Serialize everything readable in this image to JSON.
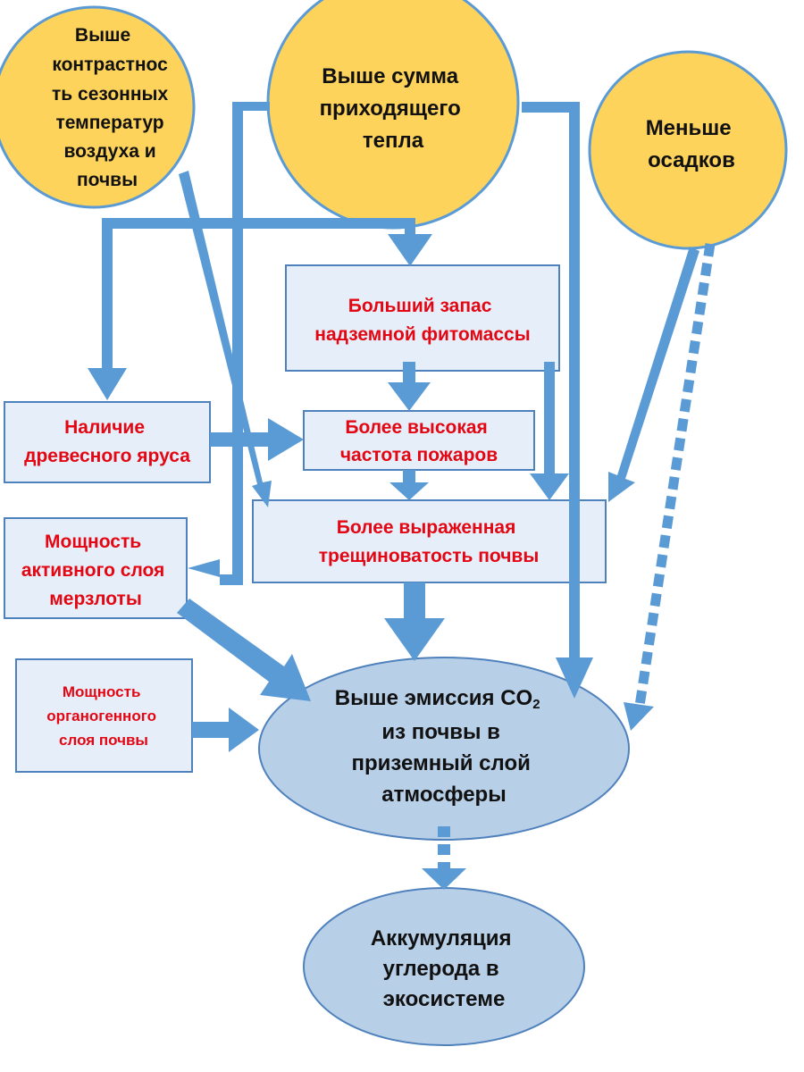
{
  "colors": {
    "circle_fill": "#fdd35b",
    "circle_stroke": "#5b9bd5",
    "box_fill": "#e6eff9",
    "box_stroke": "#4f81bd",
    "ellipse_fill": "#b8cfe8",
    "ellipse_stroke": "#4f81bd",
    "arrow": "#5b9bd5",
    "red_text": "#e30613",
    "dark_text": "#111111"
  },
  "nodes": {
    "contrast": {
      "lines": [
        "Выше",
        "контрастнос",
        "ть сезонных",
        "температур",
        "воздуха и",
        "почвы"
      ]
    },
    "heat": {
      "lines": [
        "Выше сумма",
        "приходящего",
        "тепла"
      ]
    },
    "precip": {
      "lines": [
        "Меньше",
        "осадков"
      ]
    },
    "phytomass": {
      "lines": [
        "Больший запас",
        "надземной фитомассы"
      ]
    },
    "woody": {
      "lines": [
        "Наличие",
        "древесного яруса"
      ]
    },
    "fires": {
      "lines": [
        "Более высокая",
        "частота пожаров"
      ]
    },
    "cracking": {
      "lines": [
        "Более выраженная",
        "трещиноватость почвы"
      ]
    },
    "permafrost": {
      "lines": [
        "Мощность",
        "активного слоя",
        "мерзлоты"
      ]
    },
    "organic": {
      "lines": [
        "Мощность",
        "органогенного",
        "слоя почвы"
      ]
    },
    "emission": {
      "lines": [
        "Выше эмиссия CO",
        "из почвы в",
        "приземный слой",
        "атмосферы"
      ],
      "subscript": "2"
    },
    "accumulation": {
      "lines": [
        "Аккумуляция",
        "углерода в",
        "экосистеме"
      ]
    }
  }
}
